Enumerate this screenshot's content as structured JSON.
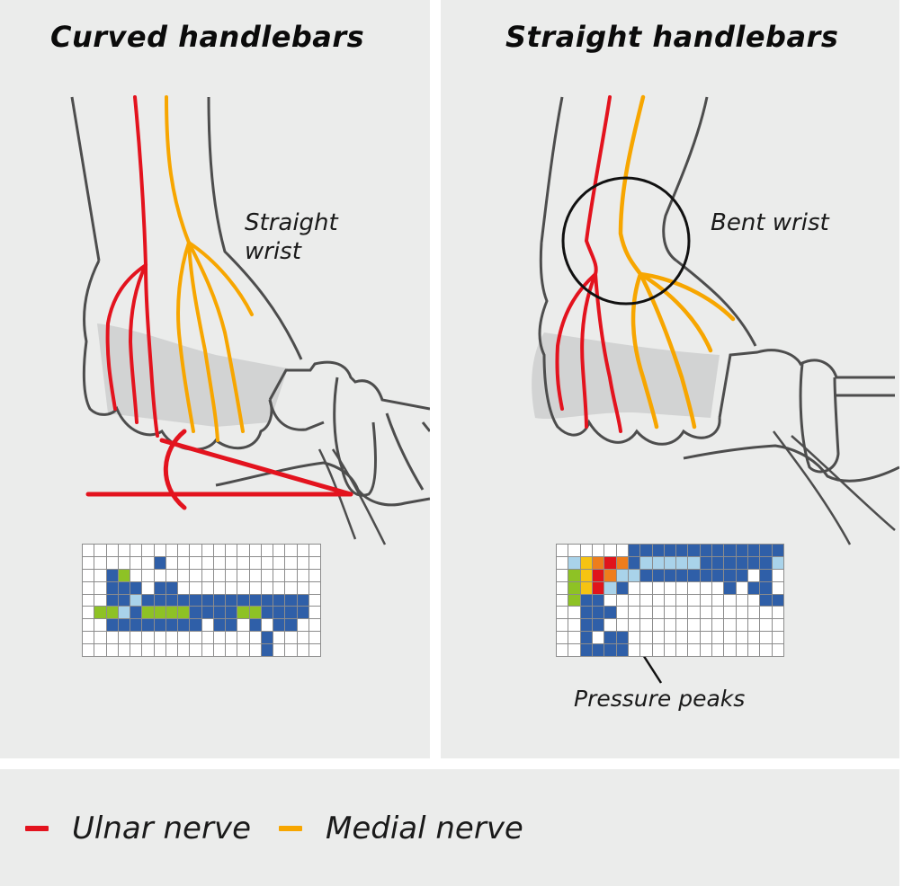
{
  "panels": [
    {
      "title": "Curved handlebars",
      "note_lines": [
        "Straight",
        "wrist"
      ]
    },
    {
      "title": "Straight handlebars",
      "note_lines": [
        "Bent wrist"
      ],
      "callout": "Pressure peaks"
    }
  ],
  "legend": [
    {
      "label": "Ulnar nerve",
      "color": "#e3131e"
    },
    {
      "label": "Medial nerve",
      "color": "#f7a600"
    }
  ],
  "colors": {
    "panel_bg": "#ebeceb",
    "outline": "#4d4d4d",
    "ulnar": "#e3131e",
    "medial": "#f7a600",
    "pressure_scale": {
      "b": "#2f5fa8",
      "m": "#5b87c2",
      "l": "#a9d3ea",
      "g": "#8ec225",
      "y": "#f6c312",
      "o": "#ee7d1c",
      "r": "#e0141b"
    }
  },
  "pressure_maps": [
    {
      "name": "curved-pressure-map",
      "cols": 20,
      "rows": 9,
      "cells": [
        "....................",
        "......b.............",
        "..bg................",
        "..bbb.bb............",
        "..bblbbbbbbbbbbbbbb.",
        ".gglbggggbbbbggbbbb.",
        "..bbbbbbbb.bb.b.bb..",
        "...............b....",
        "...............b...."
      ]
    },
    {
      "name": "straight-pressure-map",
      "cols": 19,
      "rows": 9,
      "cells": [
        "......bbbbbbbbbbbbb",
        ".lyoroblllllbbbbbbl",
        ".gyrollbbbbbbbbb.b.",
        ".gyrlb........b.bb.",
        ".gbb.............bb",
        "..bbb..............",
        "..bb...............",
        "..b.bb.............",
        "..bbbb............."
      ]
    }
  ]
}
